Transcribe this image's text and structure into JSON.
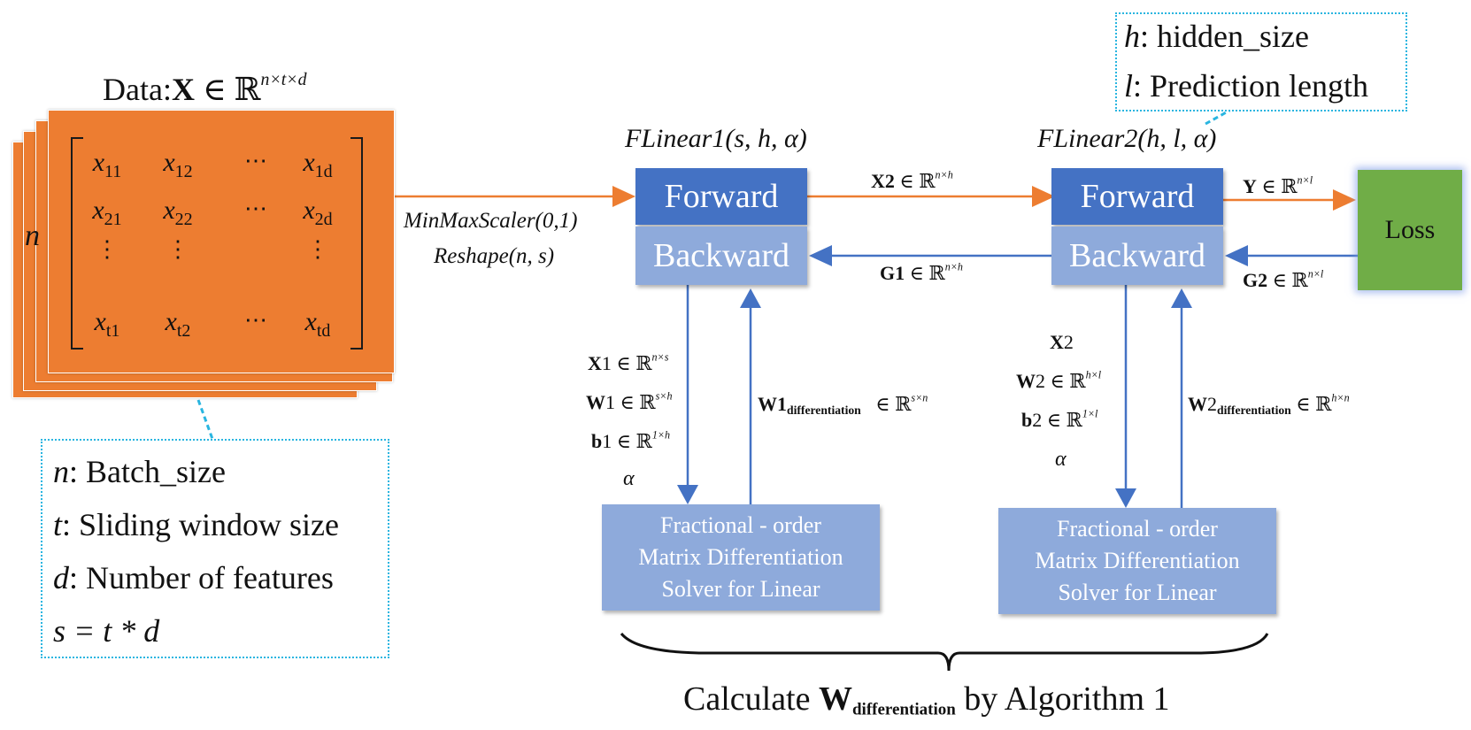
{
  "data_title": {
    "prefix": "Data:",
    "var": "X",
    "in": "∈",
    "set": "ℝ",
    "dims": "n×t×d"
  },
  "stack_label": "n",
  "matrix": {
    "rows": [
      [
        {
          "v": "x",
          "s": "11"
        },
        {
          "v": "x",
          "s": "12"
        },
        {
          "v": "⋯",
          "s": ""
        },
        {
          "v": "x",
          "s": "1d"
        }
      ],
      [
        {
          "v": "x",
          "s": "21"
        },
        {
          "v": "x",
          "s": "22"
        },
        {
          "v": "⋯",
          "s": ""
        },
        {
          "v": "x",
          "s": "2d"
        }
      ],
      [
        {
          "v": "⋮",
          "s": ""
        },
        {
          "v": "⋮",
          "s": ""
        },
        {
          "v": "",
          "s": ""
        },
        {
          "v": "⋮",
          "s": ""
        }
      ],
      [
        {
          "v": "x",
          "s": "t1"
        },
        {
          "v": "x",
          "s": "t2"
        },
        {
          "v": "⋯",
          "s": ""
        },
        {
          "v": "x",
          "s": "td"
        }
      ]
    ]
  },
  "preprocess": {
    "line1": "MinMaxScaler(0,1)",
    "line2": "Reshape(n, s)"
  },
  "legend_left": [
    {
      "sym": "n",
      "text": ": Batch_size"
    },
    {
      "sym": "t",
      "text": ": Sliding window size"
    },
    {
      "sym": "d",
      "text": ": Number of features"
    },
    {
      "sym": "s",
      "text": "= t * d"
    }
  ],
  "legend_right": [
    {
      "sym": "h",
      "text": ": hidden_size"
    },
    {
      "sym": "l",
      "text": ": Prediction length"
    }
  ],
  "layer1": {
    "name": "FLinear1",
    "args": "(s, h, α)",
    "forward": "Forward",
    "backward": "Backward"
  },
  "layer2": {
    "name": "FLinear2",
    "args": "(h, l, α)",
    "forward": "Forward",
    "backward": "Backward"
  },
  "loss": "Loss",
  "edges": {
    "x2": {
      "var": "X2",
      "dims": "n×h"
    },
    "g1": {
      "var": "G1",
      "dims": "n×h"
    },
    "y": {
      "var": "Y",
      "dims": "n×l"
    },
    "g2": {
      "var": "G2",
      "dims": "n×l"
    }
  },
  "params1": [
    {
      "var": "X",
      "idx": "1",
      "dims": "n×s"
    },
    {
      "var": "W",
      "idx": "1",
      "dims": "s×h"
    },
    {
      "var": "b",
      "idx": "1",
      "dims": "1×h"
    },
    {
      "var": "α",
      "idx": "",
      "dims": ""
    }
  ],
  "params2": [
    {
      "var": "X",
      "idx": "2",
      "dims": ""
    },
    {
      "var": "W",
      "idx": "2",
      "dims": "h×l"
    },
    {
      "var": "b",
      "idx": "2",
      "dims": "1×l"
    },
    {
      "var": "α",
      "idx": "",
      "dims": ""
    }
  ],
  "wdiff1": {
    "var": "W1",
    "sub": "differentiation",
    "dims": "s×n"
  },
  "wdiff2": {
    "var": "W",
    "idx": "2",
    "sub": "differentiation",
    "dims": "h×n"
  },
  "solver": {
    "line1": "Fractional - order",
    "line2": "Matrix Differentiation",
    "line3": "Solver for Linear"
  },
  "bottom": {
    "prefix": "Calculate ",
    "var": "W",
    "sub": "differentiation",
    "suffix": " by Algorithm 1"
  },
  "colors": {
    "orange": "#ed7d31",
    "forward": "#4472c4",
    "backward": "#8eaadb",
    "loss": "#70ad47",
    "legend_border": "#29b5e0"
  },
  "symbols": {
    "in": "∈",
    "reals": "ℝ"
  }
}
